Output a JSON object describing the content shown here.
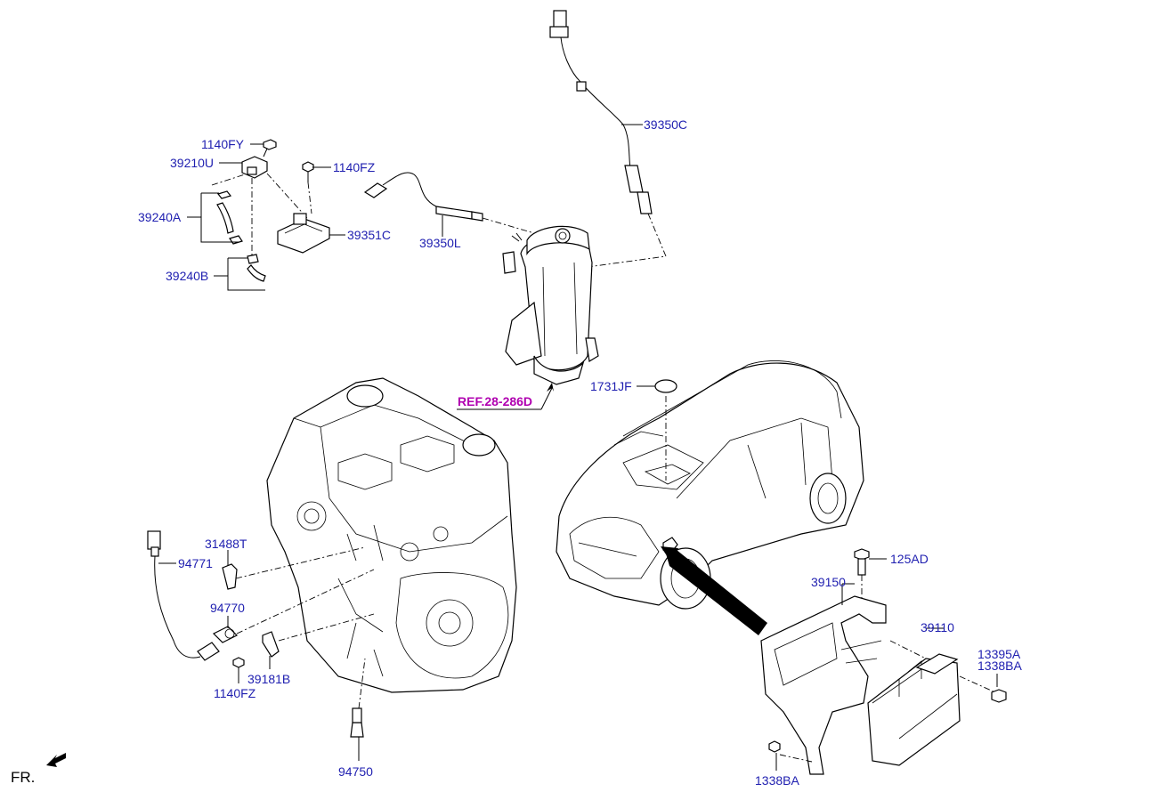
{
  "labels": {
    "p1140FY": "1140FY",
    "p39210U": "39210U",
    "p1140FZ_top": "1140FZ",
    "p39240A": "39240A",
    "p39351C": "39351C",
    "p39350L": "39350L",
    "p39240B": "39240B",
    "p39350C": "39350C",
    "p1731JF": "1731JF",
    "ref": "REF.28-286D",
    "p31488T": "31488T",
    "p94771": "94771",
    "p94770": "94770",
    "p39181B": "39181B",
    "p1140FZ_bottom": "1140FZ",
    "p94750": "94750",
    "p125AD": "125AD",
    "p39150": "39150",
    "p39110": "39110",
    "p13395A": "13395A",
    "p1338BA_right": "1338BA",
    "p1338BA_bottom": "1338BA",
    "fr": "FR."
  },
  "colors": {
    "part_number": "#1f1fb0",
    "reference": "#b000b0",
    "line": "#000000"
  }
}
